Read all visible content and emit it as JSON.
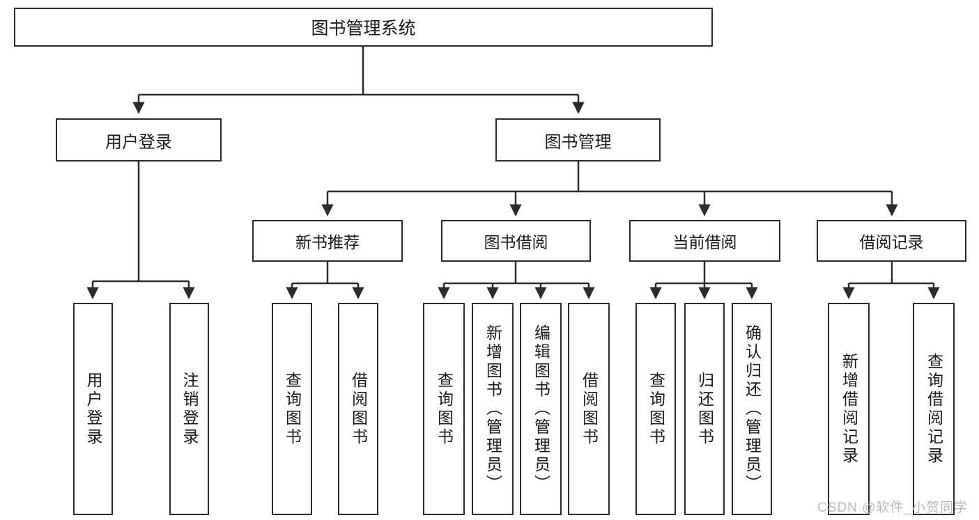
{
  "diagram": {
    "title": "图书管理系统",
    "type": "tree-hierarchy",
    "background": "#ffffff",
    "line_color": "#2b2b2b",
    "text_color": "#1a1a1a"
  },
  "root": {
    "label": "图书管理系统"
  },
  "level2": [
    {
      "label": "用户登录"
    },
    {
      "label": "图书管理"
    }
  ],
  "level3": [
    {
      "label": "新书推荐"
    },
    {
      "label": "图书借阅"
    },
    {
      "label": "当前借阅"
    },
    {
      "label": "借阅记录"
    }
  ],
  "leaves": {
    "user_login": [
      {
        "label": "用户登录"
      },
      {
        "label": "注销登录"
      }
    ],
    "new_book_recommend": [
      {
        "label": "查询图书"
      },
      {
        "label": "借阅图书"
      }
    ],
    "book_borrow": [
      {
        "label": "查询图书"
      },
      {
        "label": "新增图书（管理员）"
      },
      {
        "label": "编辑图书（管理员）"
      },
      {
        "label": "借阅图书"
      }
    ],
    "current_borrow": [
      {
        "label": "查询图书"
      },
      {
        "label": "归还图书"
      },
      {
        "label": "确认归还（管理员）"
      }
    ],
    "borrow_record": [
      {
        "label": "新增借阅记录"
      },
      {
        "label": "查询借阅记录"
      }
    ]
  },
  "watermark": {
    "text": "CSDN @软件_小贺同学",
    "color": "#b9b9b9"
  }
}
